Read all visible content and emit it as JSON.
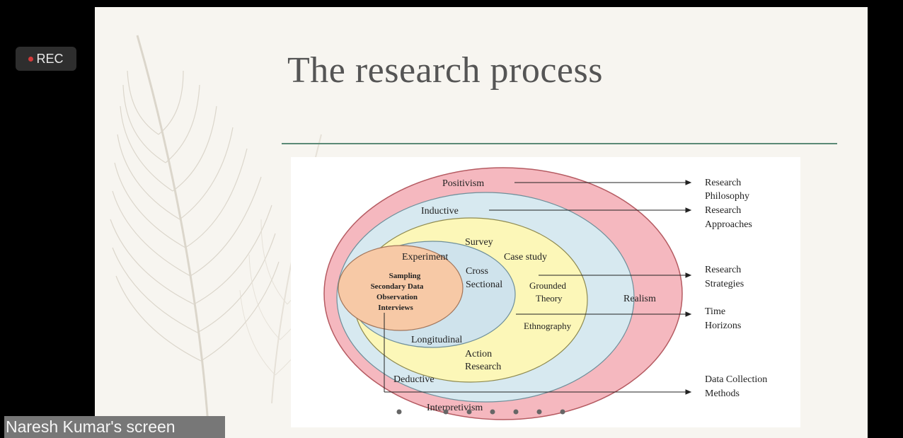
{
  "recording": {
    "label": "REC"
  },
  "slide": {
    "title": "The research process"
  },
  "diagram": {
    "rings": {
      "positivism": "Positivism",
      "realism": "Realism",
      "interpretivism": "Interpretivism",
      "inductive": "Inductive",
      "deductive": "Deductive",
      "survey": "Survey",
      "experiment": "Experiment",
      "case_study": "Case study",
      "cross": "Cross",
      "sectional": "Sectional",
      "grounded": "Grounded",
      "theory": "Theory",
      "ethnography": "Ethnography",
      "longitudinal": "Longitudinal",
      "action": "Action",
      "research": "Research",
      "core": [
        "Sampling",
        "Secondary Data",
        "Observation",
        "Interviews"
      ]
    },
    "layers": [
      {
        "line1": "Research",
        "line2": "Philosophy"
      },
      {
        "line1": "Research",
        "line2": "Approaches"
      },
      {
        "line1": "Research",
        "line2": "Strategies"
      },
      {
        "line1": "Time",
        "line2": "Horizons"
      },
      {
        "line1": "Data Collection",
        "line2": "Methods"
      }
    ]
  },
  "footer": {
    "screen_owner": "Naresh Kumar's screen"
  },
  "colors": {
    "philosophy_ring": "#f5b8bf",
    "approach_ring": "#d7e9f0",
    "strategy_ring": "#fcf7b8",
    "time_ring": "#cfe3ec",
    "core": "#f7c9a6",
    "divider": "#5b8a76"
  }
}
